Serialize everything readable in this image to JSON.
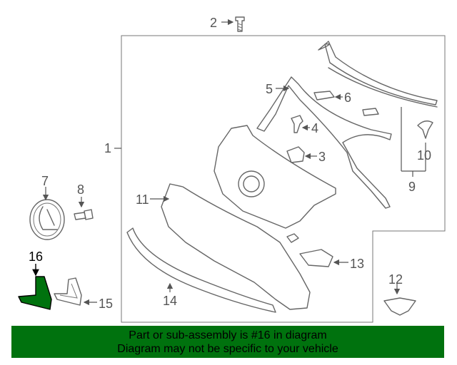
{
  "diagram": {
    "callouts": [
      "1",
      "2",
      "3",
      "4",
      "5",
      "6",
      "7",
      "8",
      "9",
      "10",
      "11",
      "12",
      "13",
      "14",
      "15",
      "16"
    ],
    "highlight_color": "#00720e",
    "line_color": "#666666"
  },
  "banner": {
    "line1": "Part or sub-assembly is #16 in diagram",
    "line2": "Diagram may not be specific to your vehicle",
    "background": "#00720e"
  }
}
